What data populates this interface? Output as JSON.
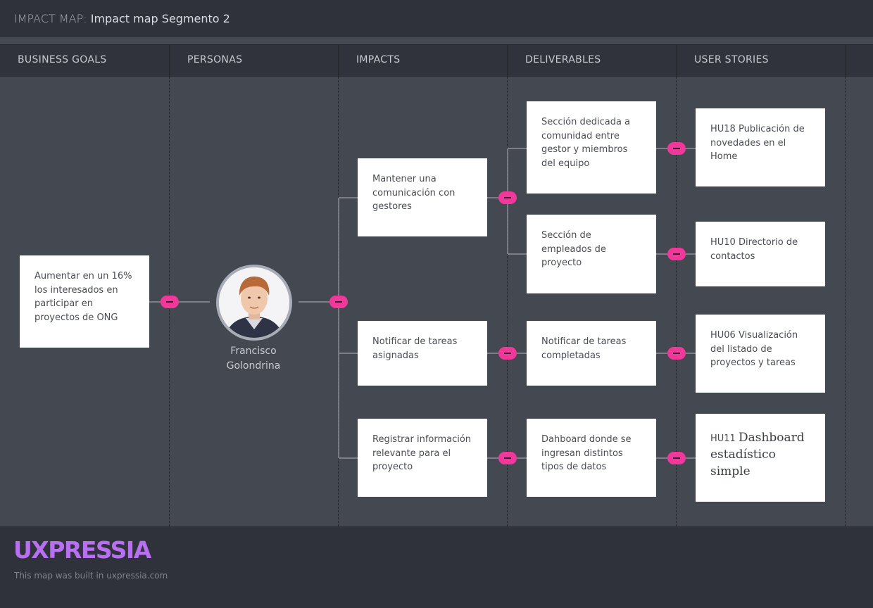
{
  "header": {
    "label": "IMPACT MAP:",
    "name": "Impact map Segmento 2"
  },
  "columns": [
    "BUSINESS GOALS",
    "PERSONAS",
    "IMPACTS",
    "DELIVERABLES",
    "USER STORIES"
  ],
  "goal": {
    "text": "Aumentar en un 16% los interesados en participar en proyectos de ONG"
  },
  "persona": {
    "name": "Francisco Golondrina",
    "icon": "person-avatar-icon"
  },
  "impacts": [
    {
      "text": "Mantener una comunicación con gestores"
    },
    {
      "text": "Notificar de tareas asignadas"
    },
    {
      "text": "Registrar información relevante para el proyecto"
    }
  ],
  "deliverables": [
    {
      "text": "Sección dedicada a comunidad entre gestor y miembros del equipo"
    },
    {
      "text": "Sección de empleados de proyecto"
    },
    {
      "text": "Notificar de tareas completadas"
    },
    {
      "text": "Dahboard donde se ingresan distintos tipos de datos"
    }
  ],
  "stories": [
    {
      "text": "HU18 Publicación de novedades en el Home"
    },
    {
      "text": "HU10 Directorio de contactos"
    },
    {
      "text": "HU06 Visualización del listado de proyectos y tareas"
    },
    {
      "code": "HU11",
      "title": "Dashboard estadístico simple"
    }
  ],
  "footer": {
    "logo": "UXPRESSIA",
    "built": "This map was built in uxpressia.com"
  },
  "colors": {
    "accent": "#f0379a",
    "logo": "#b86ff2",
    "board": "#444850",
    "header": "#2f323b"
  }
}
